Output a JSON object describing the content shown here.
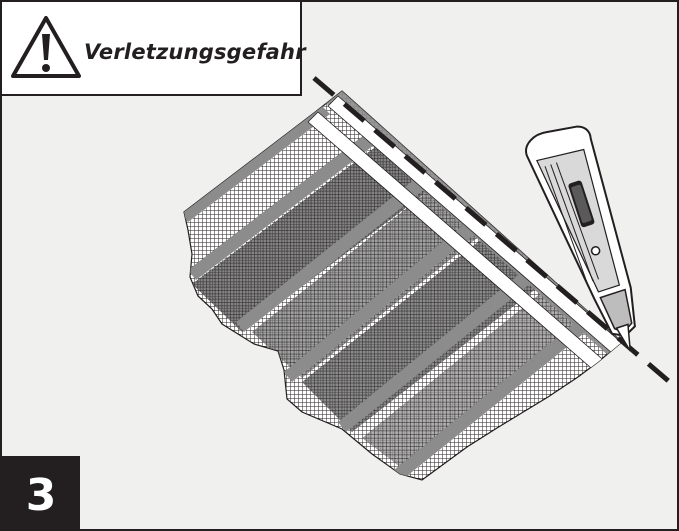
{
  "warning": {
    "icon": "warning-triangle-icon",
    "label": "Verletzungsgefahr"
  },
  "step": {
    "number": "3"
  },
  "illustration": {
    "subject": "carpet-runner",
    "tool": "utility-knife-icon"
  },
  "colors": {
    "ink": "#231f20",
    "background": "#f0f0ef",
    "panel": "#ffffff",
    "stripe_gray": "#8c8c8c"
  }
}
